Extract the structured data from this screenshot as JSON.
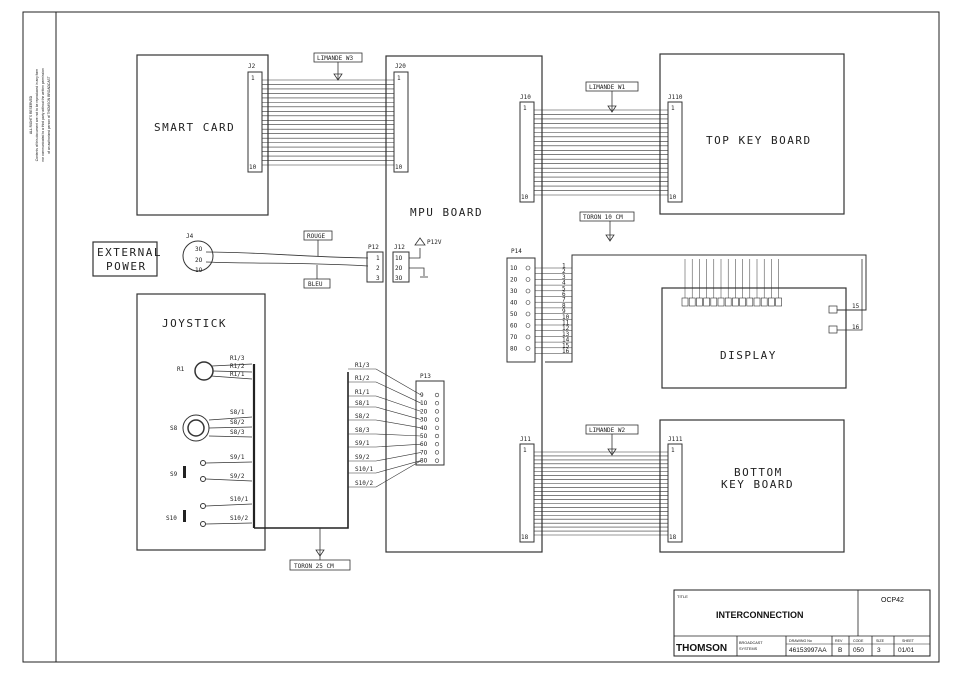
{
  "legal_notice": [
    "ALL RIGHTS RESERVED",
    "Contents of this document are not to be reproduced in any form",
    "nor communicated to a third party without the written permission",
    "of an authorized person of THOMSON BROADCAST"
  ],
  "blocks": {
    "smart_card": "SMART CARD",
    "mpu_board": "MPU BOARD",
    "top_key_board": "TOP KEY BOARD",
    "external_power": [
      "EXTERNAL",
      "POWER"
    ],
    "joystick": "JOYSTICK",
    "display": "DISPLAY",
    "bottom_key_board": [
      "BOTTOM",
      "KEY BOARD"
    ]
  },
  "connectors": {
    "j2": "J2",
    "j20": "J20",
    "j10": "J10",
    "j110": "J110",
    "j4": "J4",
    "p12": "P12",
    "j12": "J12",
    "p14": "P14",
    "p13": "P13",
    "j11": "J11",
    "j111": "J111"
  },
  "cables": {
    "w3": "LIMANDE W3",
    "w1": "LIMANDE W1",
    "w2": "LIMANDE W2",
    "toron10": "TORON 10 CM",
    "toron25": "TORON 25 CM",
    "rouge": "ROUGE",
    "bleu": "BLEU",
    "p12v": "P12V"
  },
  "pins": {
    "one": "1",
    "ten": "10",
    "eighteen": "18",
    "j4_pins": [
      "3O",
      "2O",
      "1O"
    ],
    "p12_pins": [
      "1",
      "2",
      "3"
    ],
    "j12_pins": [
      "1O",
      "2O",
      "3O"
    ],
    "p14_pins": [
      "1O",
      "2O",
      "3O",
      "4O",
      "5O",
      "6O",
      "7O",
      "8O"
    ],
    "p14_nums": [
      "1",
      "2",
      "3",
      "4",
      "5",
      "6",
      "7",
      "8",
      "9",
      "10",
      "11",
      "12",
      "13",
      "14",
      "15",
      "16"
    ],
    "p13_pins": [
      "9",
      "1O",
      "2O",
      "3O",
      "4O",
      "5O",
      "6O",
      "7O",
      "8O"
    ],
    "disp_15": "15",
    "disp_16": "16"
  },
  "joystick_parts": {
    "r1": "R1",
    "s8": "S8",
    "s9": "S9",
    "s10": "S10",
    "labels": [
      "R1/3",
      "R1/2",
      "R1/1",
      "S8/1",
      "S8/2",
      "S8/3",
      "S9/1",
      "S9/2",
      "S10/1",
      "S10/2"
    ]
  },
  "p13_wires": [
    "R1/3",
    "R1/2",
    "R1/1",
    "S8/1",
    "S8/2",
    "S8/3",
    "S9/1",
    "S9/2",
    "S10/1",
    "S10/2"
  ],
  "title_block": {
    "title_label": "TITLE",
    "title": "INTERCONNECTION",
    "code": "OCP42",
    "brand": "THOMSON",
    "brand_sub": [
      "BROADCAST",
      "SYSTEMS"
    ],
    "col_headers": [
      "DRAWING No",
      "REV",
      "CODE",
      "SIZE",
      "SHEET"
    ],
    "drawing_no": "46153997AA",
    "rev": "B",
    "code_no": "050",
    "size": "3",
    "sheet": "01/01"
  }
}
